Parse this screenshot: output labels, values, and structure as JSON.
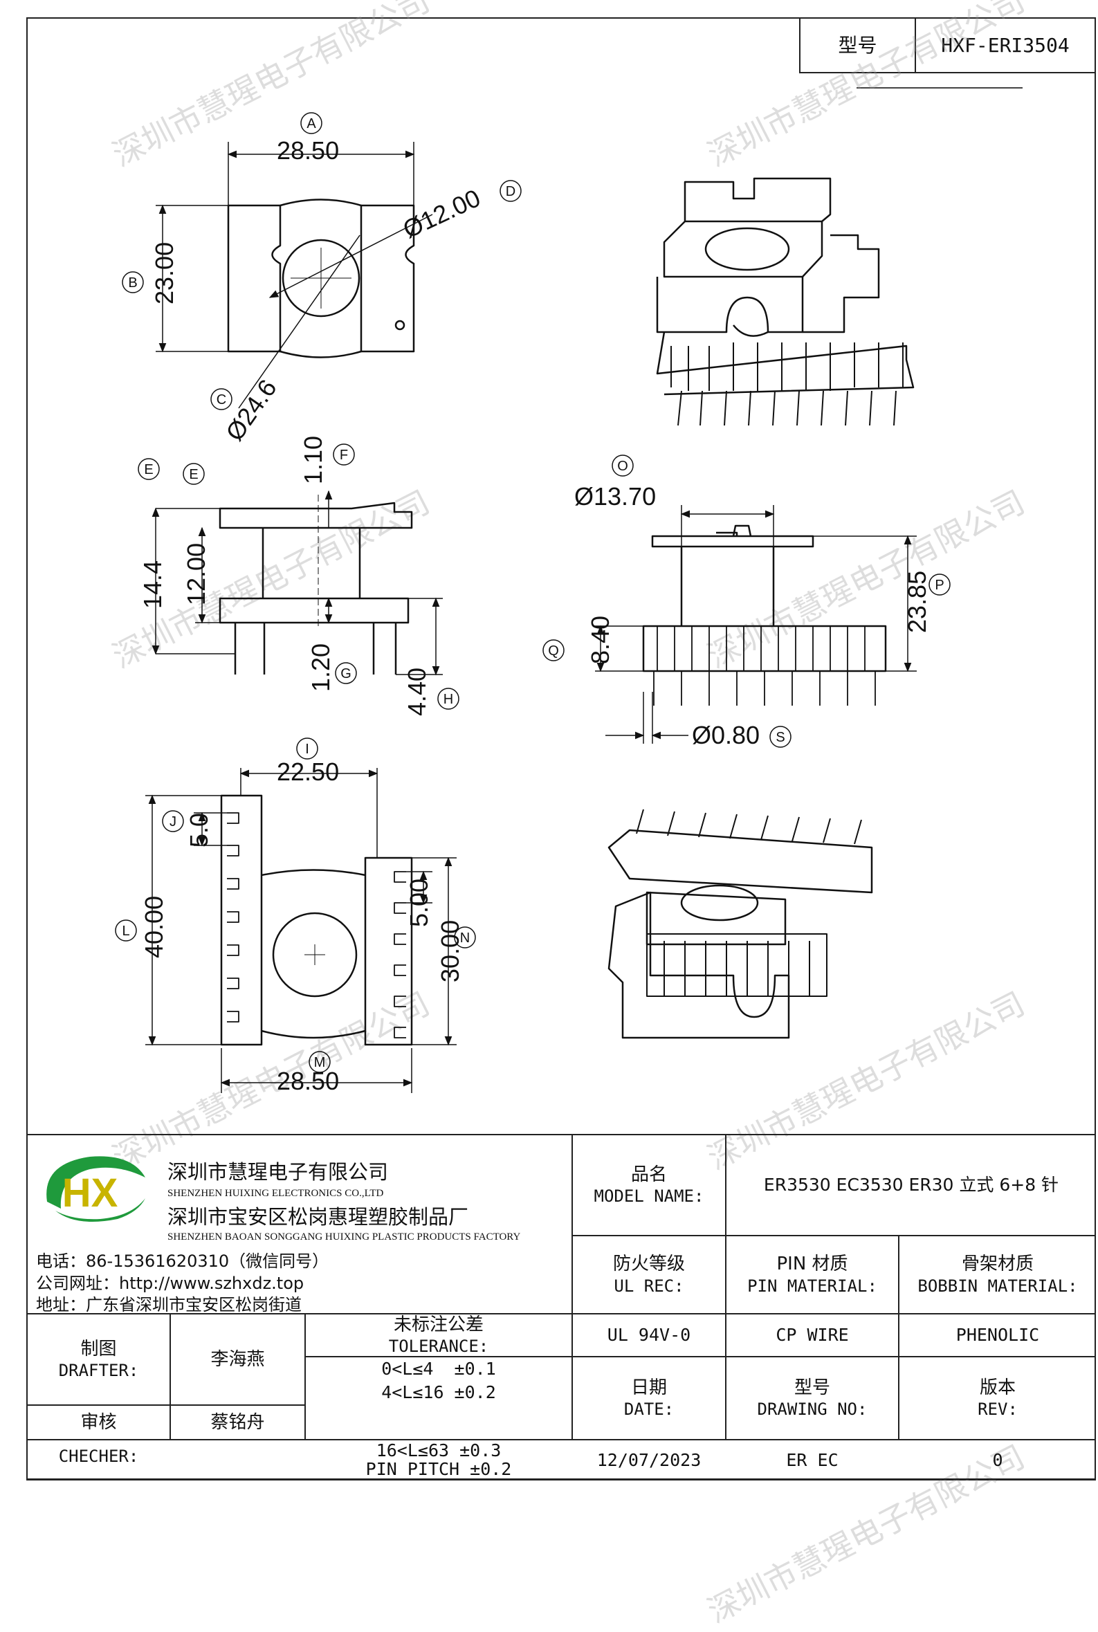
{
  "header": {
    "model_label": "型号",
    "model_value": "HXF-ERI3504"
  },
  "dimensions": {
    "A": {
      "letter": "A",
      "value": "28.50"
    },
    "B": {
      "letter": "B",
      "value": "23.00"
    },
    "C": {
      "letter": "C",
      "value": "Ø24.6"
    },
    "D": {
      "letter": "D",
      "value": "Ø12.00"
    },
    "E1": {
      "letter": "E",
      "value": "14.4"
    },
    "E2": {
      "letter": "E",
      "value": "12.00"
    },
    "F": {
      "letter": "F",
      "value": "1.10"
    },
    "G": {
      "letter": "G",
      "value": "1.20"
    },
    "H": {
      "letter": "H",
      "value": "4.40"
    },
    "O": {
      "letter": "O",
      "value": "Ø13.70"
    },
    "P": {
      "letter": "P",
      "value": "23.85"
    },
    "Q": {
      "letter": "Q",
      "value": "8.40"
    },
    "S": {
      "letter": "S",
      "value": "Ø0.80"
    },
    "I": {
      "letter": "I",
      "value": "22.50"
    },
    "J": {
      "letter": "J",
      "value": "5.0"
    },
    "L": {
      "letter": "L",
      "value": "40.00"
    },
    "K": {
      "value": "5.00"
    },
    "N": {
      "letter": "N",
      "value": "30.00"
    },
    "M": {
      "letter": "M",
      "value": "28.50"
    }
  },
  "watermark": "深圳市慧瑆电子有限公司",
  "company": {
    "logo_text": "HX",
    "name_cn": "深圳市慧瑆电子有限公司",
    "name_en": "SHENZHEN HUIXING ELECTRONICS CO.,LTD",
    "factory_cn": "深圳市宝安区松岗惠瑆塑胶制品厂",
    "factory_en": "SHENZHEN BAOAN SONGGANG HUIXING PLASTIC PRODUCTS FACTORY",
    "phone": "电话：86-15361620310（微信同号）",
    "website": "公司网址：http://www.szhxdz.top",
    "address": "地址：广东省深圳市宝安区松岗街道"
  },
  "title_block": {
    "model_name_cn": "品名",
    "model_name_en": "MODEL NAME:",
    "model_name_value": "ER3530 EC3530 ER30 立式 6+8 针",
    "ul_cn": "防火等级",
    "ul_en": "UL REC:",
    "pin_cn": "PIN 材质",
    "pin_en": "PIN MATERIAL:",
    "bobbin_cn": "骨架材质",
    "bobbin_en": "BOBBIN MATERIAL:",
    "drafter_cn": "制图",
    "drafter_en": "DRAFTER:",
    "drafter_name": "李海燕",
    "tolerance_cn": "未标注公差",
    "tolerance_en": "TOLERANCE:",
    "ul_value": "UL 94V-0",
    "pin_value": "CP WIRE",
    "bobbin_value": "PHENOLIC",
    "tol_line1": "0<L≤4  ±0.1",
    "tol_line2": "4<L≤16 ±0.2",
    "date_cn": "日期",
    "date_en": "DATE:",
    "drawing_cn": "型号",
    "drawing_en": "DRAWING NO:",
    "rev_cn": "版本",
    "rev_en": "REV:",
    "checker_cn": "审核",
    "checker_name": "蔡铭舟",
    "checker_en": "CHECHER:",
    "tol_line3": "16<L≤63 ±0.3",
    "tol_line4": "PIN PITCH ±0.2",
    "date_value": "12/07/2023",
    "drawing_value": "ER EC",
    "rev_value": "0"
  }
}
